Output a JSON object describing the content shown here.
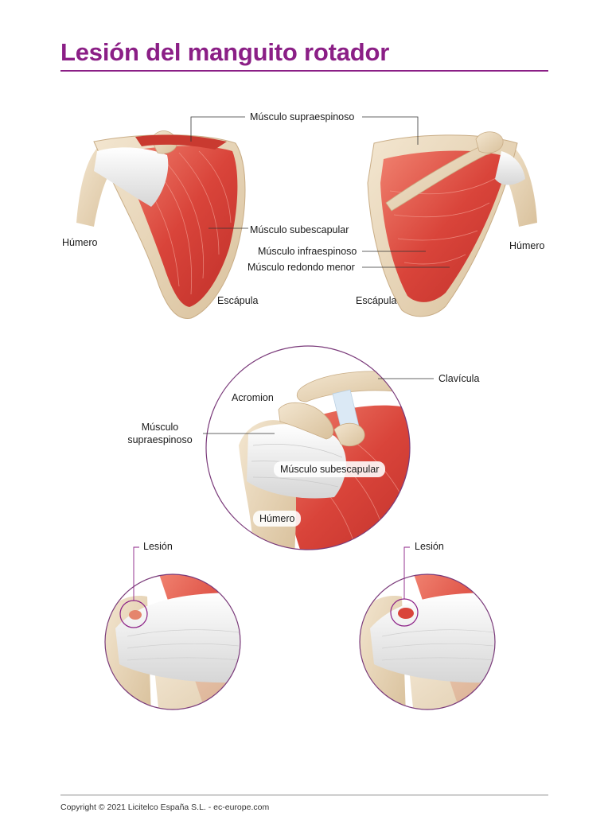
{
  "title": "Lesión del manguito rotador",
  "labels": {
    "supraespinoso_top": "Músculo supraespinoso",
    "humero_left": "Húmero",
    "subescapular_left": "Músculo subescapular",
    "escapula_left": "Escápula",
    "infraespinoso": "Músculo infraespinoso",
    "redondo_menor": "Músculo redondo menor",
    "humero_right": "Húmero",
    "escapula_right": "Escápula",
    "clavicula": "Clavícula",
    "acromion": "Acromion",
    "supraespinoso_mid_1": "Músculo",
    "supraespinoso_mid_2": "supraespinoso",
    "subescapular_mid": "Músculo subescapular",
    "humero_mid": "Húmero",
    "lesion_left": "Lesión",
    "lesion_right": "Lesión"
  },
  "colors": {
    "accent": "#8b1f86",
    "muscle": "#d9443a",
    "bone": "#ead8bc",
    "tendon": "#eeeeee"
  },
  "footer": "Copyright © 2021 Licitelco España S.L. - ec-europe.com"
}
